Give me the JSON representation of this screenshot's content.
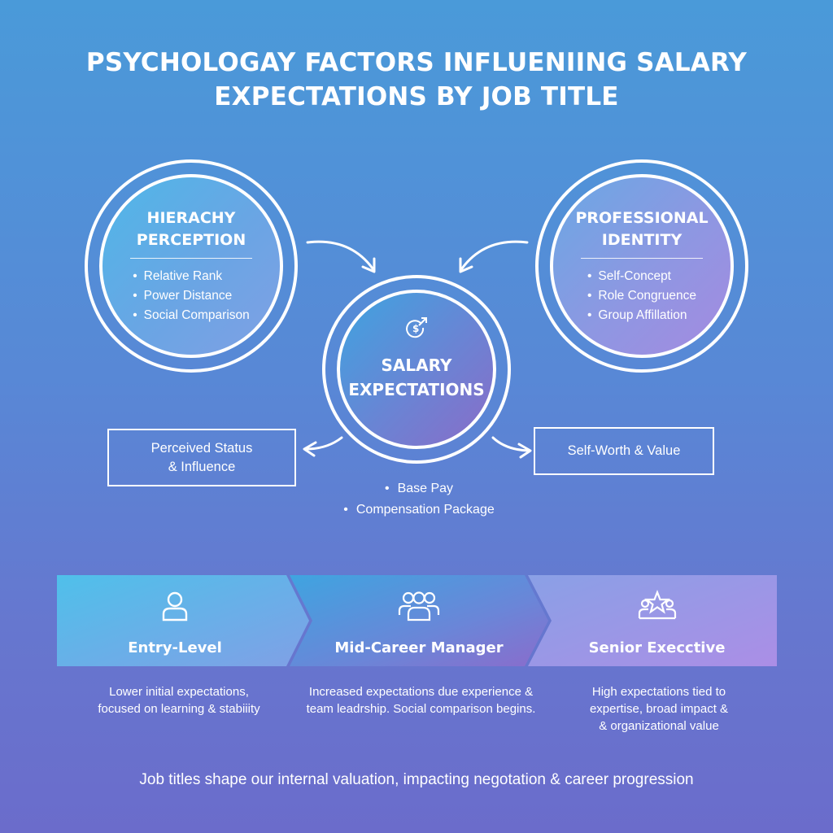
{
  "title": {
    "line1": "PSYCHOLOGAY FACTORS INFLUENIING SALARY",
    "line2": "EXPECTATIONS BY JOB TITLE"
  },
  "factors": {
    "hierarchy": {
      "heading_line1": "HIERACHY",
      "heading_line2": "PERCEPTION",
      "items": [
        "Relative Rank",
        "Power Distance",
        "Social Comparison"
      ]
    },
    "identity": {
      "heading_line1": "PROFESSIONAL",
      "heading_line2": "IDENTITY",
      "items": [
        "Self-Concept",
        "Role Congruence",
        "Group Affillation"
      ]
    },
    "center": {
      "icon": "dollar-growth-icon",
      "heading_line1": "SALARY",
      "heading_line2": "EXPECTATIONS",
      "items": [
        "Base Pay",
        "Compensation Package"
      ]
    }
  },
  "outcomes": {
    "left": {
      "line1": "Perceived Status",
      "line2": "& Influence"
    },
    "right": {
      "line1": "Self-Worth & Value"
    }
  },
  "stages": [
    {
      "label": "Entry-Level",
      "icon": "person-icon",
      "desc_line1": "Lower initial expectations,",
      "desc_line2": "focused on learning & stabiiity"
    },
    {
      "label": "Mid-Career Manager",
      "icon": "team-icon",
      "desc_line1": "Increased expectations due experience &",
      "desc_line2": "team leadrship. Social comparison begins."
    },
    {
      "label": "Senior Execctive",
      "icon": "star-leader-icon",
      "desc_line1": "High expectations tied to",
      "desc_line2": "expertise, broad impact &",
      "desc_line3": "& organizational value"
    }
  ],
  "footer": "Job titles shape our internal valuation, impacting negotation & career progression",
  "colors": {
    "bg_top": "#4a9ad9",
    "bg_bottom": "#6b6ccb",
    "accent_cyan": "#4fb7e8",
    "accent_purple": "#a58ae0"
  }
}
